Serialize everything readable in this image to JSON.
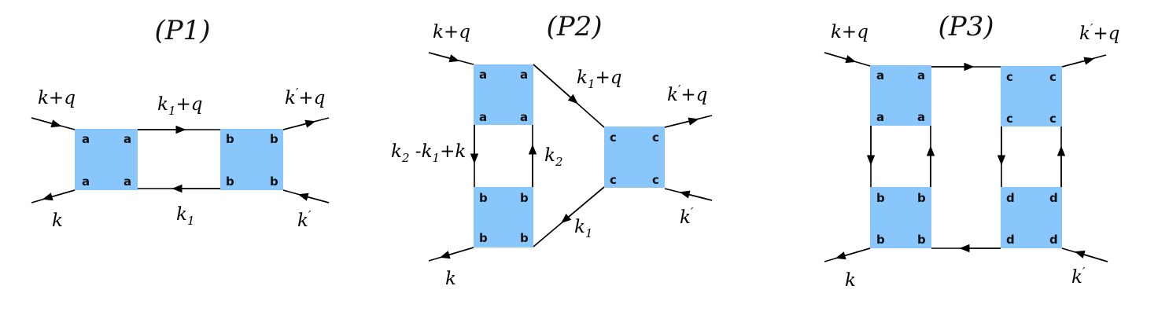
{
  "diagrams": [
    {
      "title": "(P1)",
      "boxes": [
        {
          "corners": [
            "a",
            "a",
            "a",
            "a"
          ]
        },
        {
          "corners": [
            "b",
            "b",
            "b",
            "b"
          ]
        }
      ],
      "labels": {
        "in_top_left": {
          "base": "k+q"
        },
        "in_bottom_left": {
          "base": "k"
        },
        "out_top_right": {
          "base": "k",
          "sup": "′",
          "rest": "+q"
        },
        "in_bottom_right": {
          "base": "k",
          "sup": "′"
        },
        "top_rung": {
          "base": "k",
          "sub": "1",
          "rest": "+q"
        },
        "bottom_rung": {
          "base": "k",
          "sub": "1"
        }
      }
    },
    {
      "title": "(P2)",
      "boxes": [
        {
          "corners": [
            "a",
            "a",
            "a",
            "a"
          ]
        },
        {
          "corners": [
            "b",
            "b",
            "b",
            "b"
          ]
        },
        {
          "corners": [
            "c",
            "c",
            "c",
            "c"
          ]
        }
      ],
      "labels": {
        "in_top_left": {
          "base": "k+q"
        },
        "in_bottom_left": {
          "base": "k"
        },
        "out_top_right": {
          "base": "k",
          "sup": "′",
          "rest": "+q"
        },
        "in_bottom_right": {
          "base": "k",
          "sup": "′"
        },
        "diag_top": {
          "base": "k",
          "sub": "1",
          "rest": "+q"
        },
        "diag_bottom": {
          "base": "k",
          "sub": "1"
        },
        "left_rung": {
          "base": "k",
          "sub": "2",
          "rest": " -k",
          "sub2": "1",
          "rest2": "+k"
        },
        "right_rung": {
          "base": "k",
          "sub": "2"
        }
      }
    },
    {
      "title": "(P3)",
      "boxes": [
        {
          "corners": [
            "a",
            "a",
            "a",
            "a"
          ]
        },
        {
          "corners": [
            "b",
            "b",
            "b",
            "b"
          ]
        },
        {
          "corners": [
            "c",
            "c",
            "c",
            "c"
          ]
        },
        {
          "corners": [
            "d",
            "d",
            "d",
            "d"
          ]
        }
      ],
      "labels": {
        "in_top_left": {
          "base": "k+q"
        },
        "in_bottom_left": {
          "base": "k"
        },
        "out_top_right": {
          "base": "k",
          "sup": "′",
          "rest": "+q"
        },
        "in_bottom_right": {
          "base": "k",
          "sup": "′"
        }
      }
    }
  ]
}
